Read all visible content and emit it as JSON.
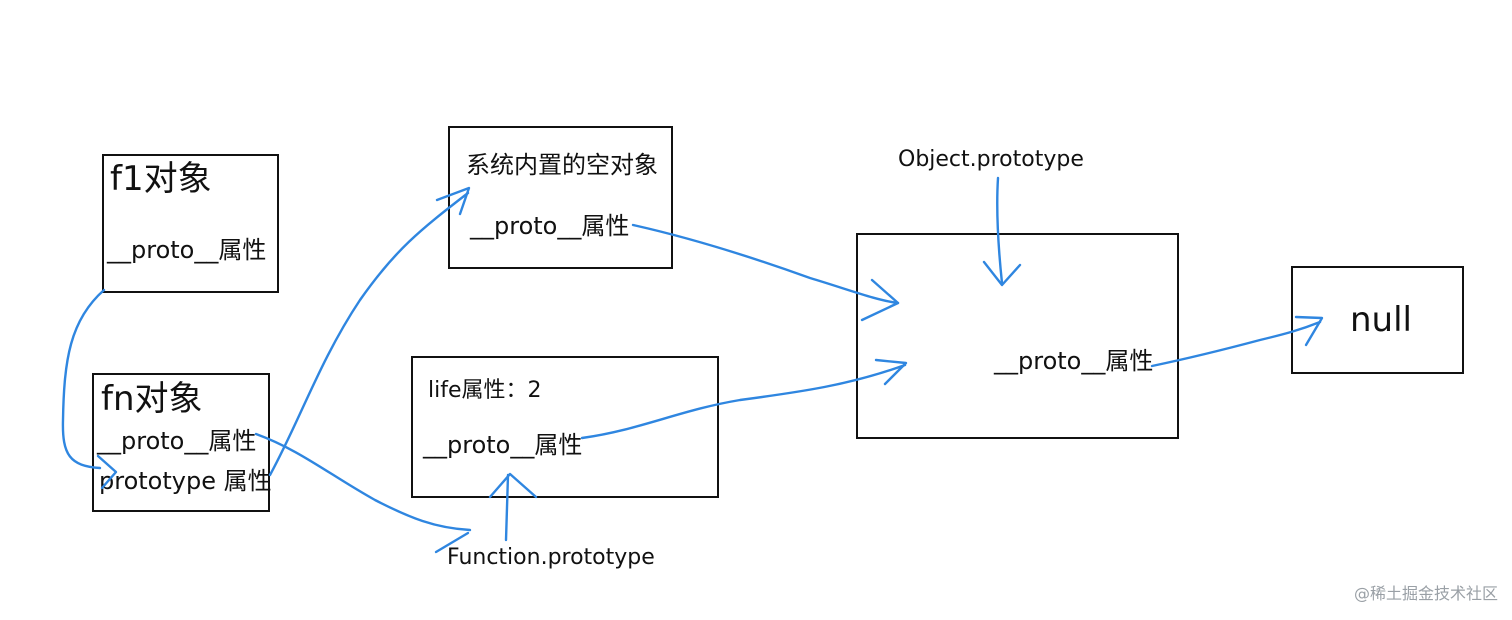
{
  "f1": {
    "title": "f1对象",
    "proto": "__proto__属性"
  },
  "fn": {
    "title": "fn对象",
    "proto": "__proto__属性",
    "prototype": "prototype 属性"
  },
  "sys_empty": {
    "title": "系统内置的空对象",
    "proto": "__proto__属性"
  },
  "func_proto_box": {
    "life": "life属性：2",
    "proto": "__proto__属性"
  },
  "object_box": {
    "proto": "__proto__属性"
  },
  "null_box": {
    "label": "null"
  },
  "labels": {
    "object_prototype": "Object.prototype",
    "function_prototype": "Function.prototype"
  },
  "watermark": "@稀土掘金技术社区",
  "colors": {
    "arrow": "#2f86e0",
    "box_border": "#111111"
  }
}
